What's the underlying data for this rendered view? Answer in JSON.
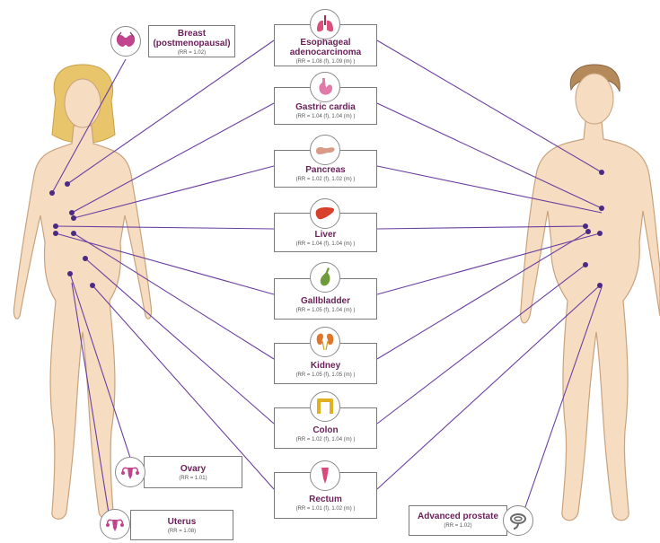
{
  "colors": {
    "line": "#6b3fa0",
    "dot": "#4b2a86",
    "skin": "#f6dcc0",
    "skin_outline": "#c9a27e",
    "hair_female": "#e8c46a",
    "hair_male": "#b58a5a",
    "label": "#6a1f59"
  },
  "cancers": [
    {
      "id": "breast",
      "name_lines": [
        "Breast",
        "(postmenopausal)"
      ],
      "rr": "(RR = 1.02)",
      "icon": "breast-icon",
      "color": "#c0458e"
    },
    {
      "id": "esophageal",
      "name_lines": [
        "Esophageal",
        "adenocarcinoma"
      ],
      "rr": "(RR = 1.08 (f), 1.09 (m) )",
      "icon": "lungs-esophagus-icon",
      "color": "#d9507a"
    },
    {
      "id": "gastric",
      "name_lines": [
        "Gastric cardia"
      ],
      "rr": "(RR = 1.04 (f), 1.04 (m) )",
      "icon": "stomach-icon",
      "color": "#e07aa8"
    },
    {
      "id": "pancreas",
      "name_lines": [
        "Pancreas"
      ],
      "rr": "(RR = 1.02 (f), 1.02 (m) )",
      "icon": "pancreas-icon",
      "color": "#d99a86"
    },
    {
      "id": "liver",
      "name_lines": [
        "Liver"
      ],
      "rr": "(RR = 1.04 (f), 1.04 (m) )",
      "icon": "liver-icon",
      "color": "#d9402c"
    },
    {
      "id": "gallbladder",
      "name_lines": [
        "Gallbladder"
      ],
      "rr": "(RR = 1.05 (f), 1.04 (m) )",
      "icon": "gallbladder-icon",
      "color": "#6f9a3a"
    },
    {
      "id": "kidney",
      "name_lines": [
        "Kidney"
      ],
      "rr": "(RR = 1.05 (f), 1.05 (m) )",
      "icon": "kidney-icon",
      "color": "#e0762c"
    },
    {
      "id": "colon",
      "name_lines": [
        "Colon"
      ],
      "rr": "(RR = 1.02 (f), 1.04 (m) )",
      "icon": "colon-icon",
      "color": "#e0b020"
    },
    {
      "id": "rectum",
      "name_lines": [
        "Rectum"
      ],
      "rr": "(RR = 1.01 (f), 1.02 (m) )",
      "icon": "rectum-icon",
      "color": "#d94a7a"
    },
    {
      "id": "ovary",
      "name_lines": [
        "Ovary"
      ],
      "rr": "(RR = 1.01)",
      "icon": "ovary-icon",
      "color": "#c0458e"
    },
    {
      "id": "uterus",
      "name_lines": [
        "Uterus"
      ],
      "rr": "(RR = 1.08)",
      "icon": "uterus-icon",
      "color": "#c0458e"
    },
    {
      "id": "prostate",
      "name_lines": [
        "Advanced prostate"
      ],
      "rr": "(RR = 1.02)",
      "icon": "prostate-icon",
      "color": "#6a6a6a"
    }
  ]
}
